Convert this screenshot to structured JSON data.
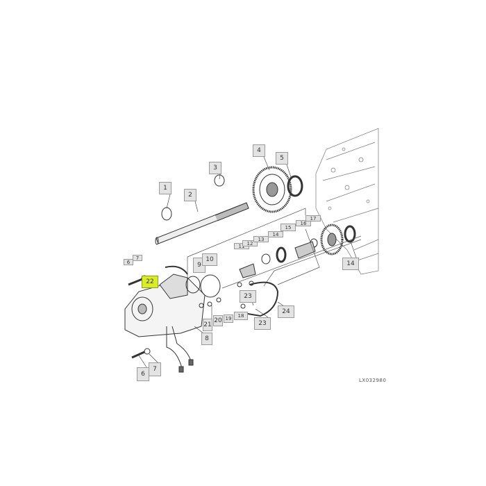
{
  "diagram": {
    "figure_id": "LX032980",
    "highlight_color": "#d8ec2a",
    "callouts": [
      {
        "label": "1",
        "highlighted": false
      },
      {
        "label": "2",
        "highlighted": false
      },
      {
        "label": "3",
        "highlighted": false
      },
      {
        "label": "4",
        "highlighted": false
      },
      {
        "label": "5",
        "highlighted": false
      },
      {
        "label": "6",
        "highlighted": false
      },
      {
        "label": "7",
        "highlighted": false
      },
      {
        "label": "22",
        "highlighted": true
      },
      {
        "label": "9",
        "highlighted": false
      },
      {
        "label": "10",
        "highlighted": false
      },
      {
        "label": "11",
        "highlighted": false
      },
      {
        "label": "12",
        "highlighted": false
      },
      {
        "label": "13",
        "highlighted": false
      },
      {
        "label": "14",
        "highlighted": false
      },
      {
        "label": "15",
        "highlighted": false
      },
      {
        "label": "16",
        "highlighted": false
      },
      {
        "label": "17",
        "highlighted": false
      },
      {
        "label": "14",
        "highlighted": false
      },
      {
        "label": "23",
        "highlighted": false
      },
      {
        "label": "23",
        "highlighted": false
      },
      {
        "label": "24",
        "highlighted": false
      },
      {
        "label": "21",
        "highlighted": false
      },
      {
        "label": "20",
        "highlighted": false
      },
      {
        "label": "19",
        "highlighted": false
      },
      {
        "label": "18",
        "highlighted": false
      },
      {
        "label": "8",
        "highlighted": false
      },
      {
        "label": "6",
        "highlighted": false
      },
      {
        "label": "7",
        "highlighted": false
      }
    ]
  }
}
